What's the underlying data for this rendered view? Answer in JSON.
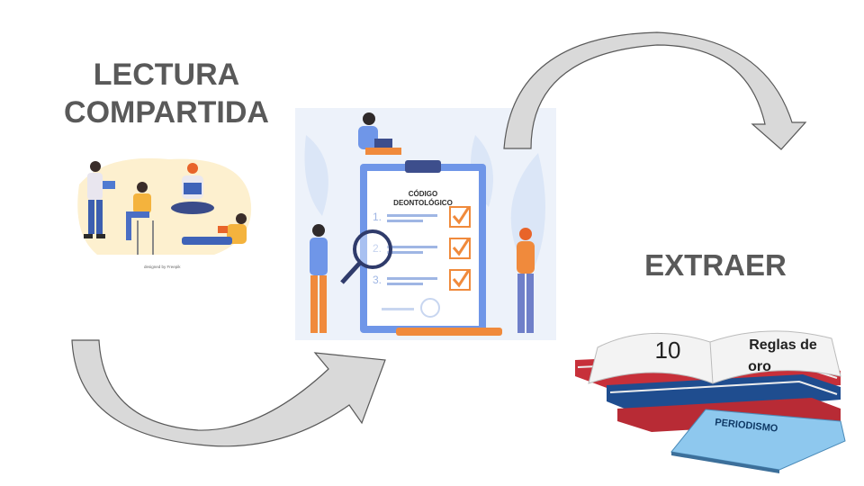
{
  "step1": {
    "line1": "LECTURA",
    "line2": "COMPARTIDA",
    "credit": "designed by Freepik"
  },
  "step2": {
    "doc_line1": "CÓDIGO",
    "doc_line2": "DEONTOLÓGICO",
    "items": [
      "1.",
      "2.",
      "3."
    ]
  },
  "step3": {
    "title": "EXTRAER",
    "book_number": "10",
    "book_text1": "Reglas de",
    "book_text2": "oro",
    "book_spine": "PERIODISMO"
  },
  "colors": {
    "heading": "#595959",
    "arrow_fill": "#d9d9d9",
    "arrow_stroke": "#595959",
    "accent_orange": "#f08a3c",
    "accent_blue": "#4a7bd8"
  }
}
